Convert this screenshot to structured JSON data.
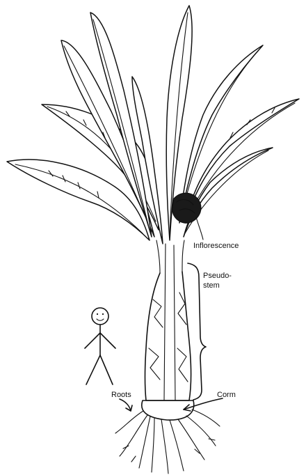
{
  "labels": {
    "inflorescence": "Inflorescence",
    "pseudostem_line1": "Pseudo-",
    "pseudostem_line2": "stem",
    "corm": "Corm",
    "roots": "Roots"
  }
}
